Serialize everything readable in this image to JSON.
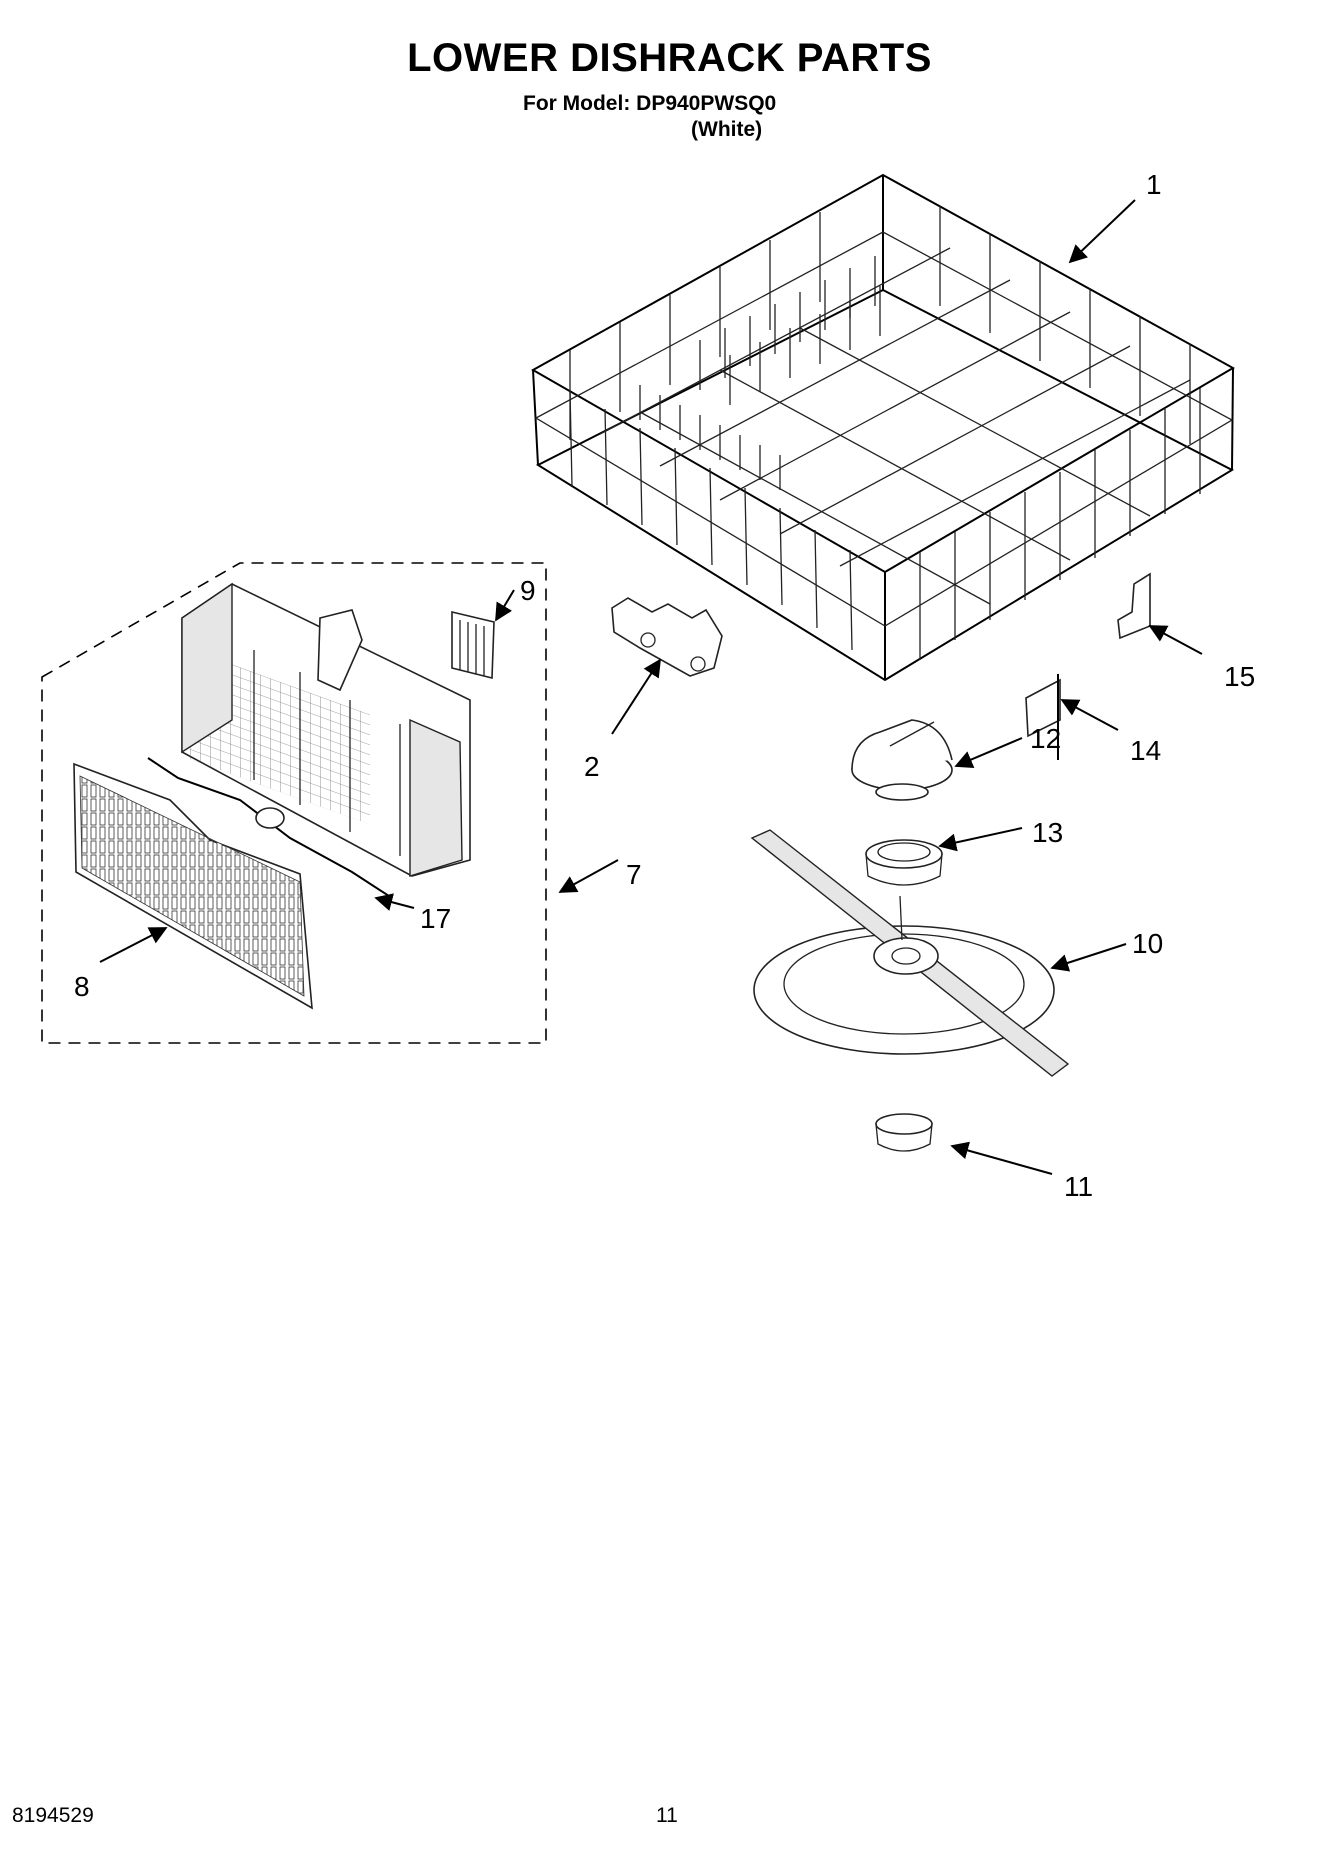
{
  "header": {
    "title": "LOWER DISHRACK PARTS",
    "model_line": "For Model: DP940PWSQ0",
    "color_line": "(White)"
  },
  "callouts": [
    "1",
    "2",
    "7",
    "8",
    "9",
    "10",
    "11",
    "12",
    "13",
    "14",
    "15",
    "17"
  ],
  "footer": {
    "doc_number": "8194529",
    "page_number": "11"
  }
}
